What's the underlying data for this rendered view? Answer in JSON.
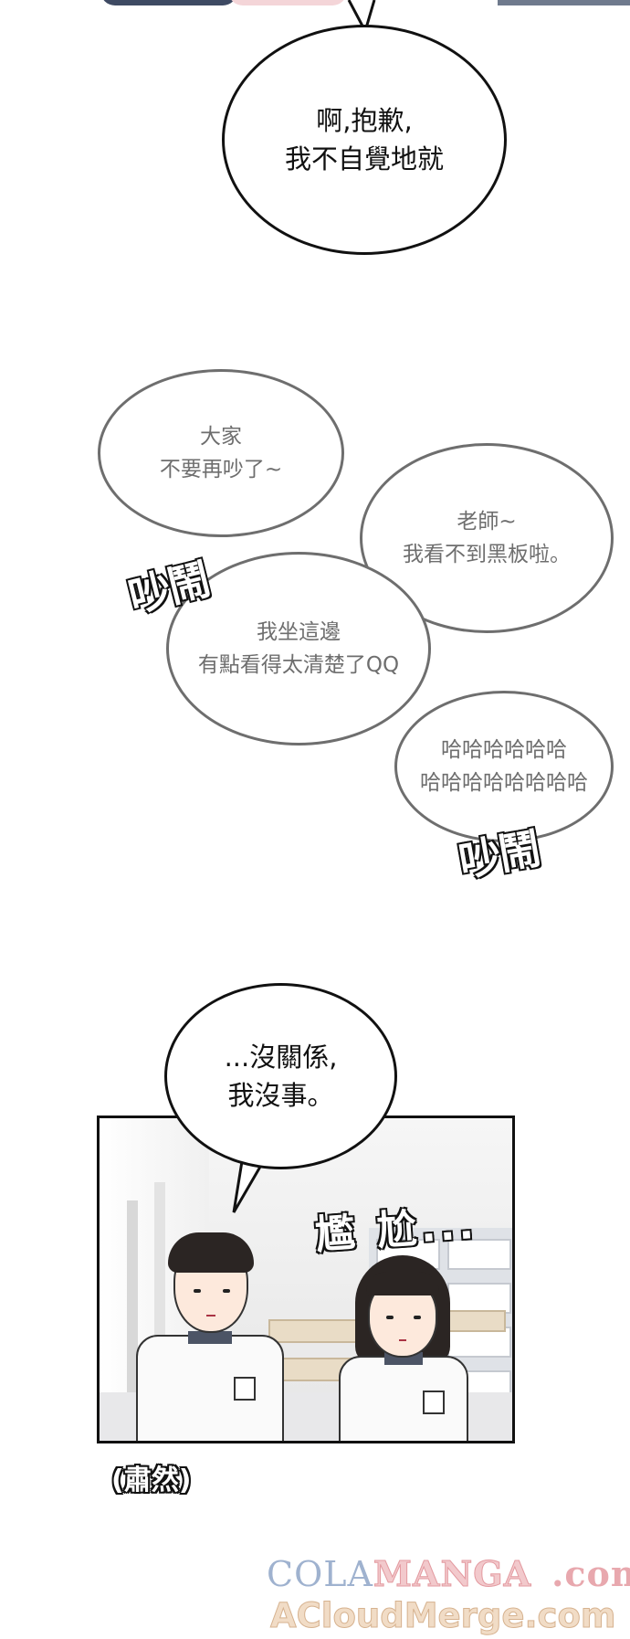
{
  "bubbles": {
    "b1": "啊,抱歉,\n我不自覺地就",
    "b2": "大家\n不要再吵了~",
    "b3": "老師~\n我看不到黑板啦。",
    "b4": "我坐這邊\n有點看得太清楚了QQ",
    "b5": "哈哈哈哈哈哈\n哈哈哈哈哈哈哈哈",
    "b6": "...沒關係,\n我沒事。"
  },
  "sfx": {
    "noise1": "吵鬧",
    "noise2": "吵鬧",
    "awkward": "尷 尬..."
  },
  "caption": "(肅然)",
  "watermark": {
    "part1": "COLA",
    "part2": "MANGA",
    "part3": ".com",
    "line2": "ACloudMerge.com"
  }
}
